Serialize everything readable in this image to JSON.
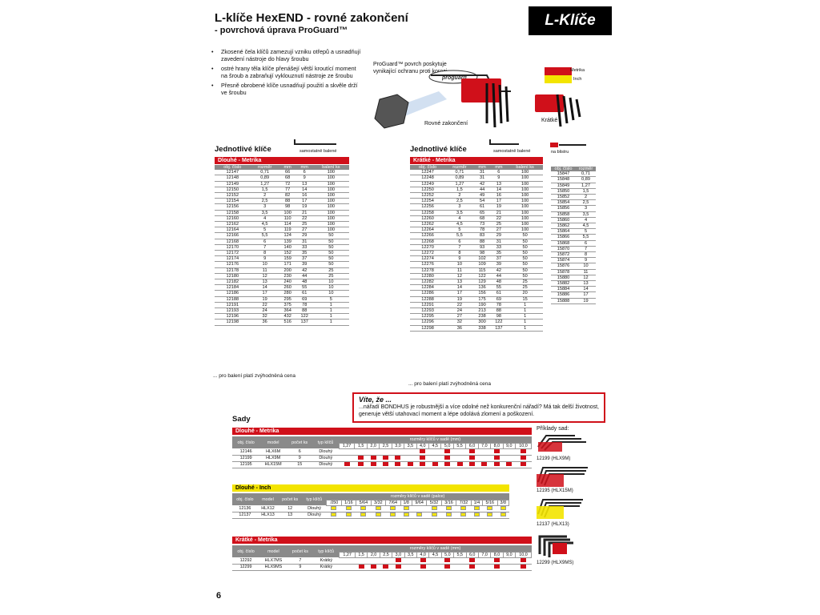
{
  "header": {
    "title": "L-klíče HexEND - rovné zakončení",
    "subtitle": "- povrchová úprava ProGuard™",
    "corner_tab": "L-Klíče"
  },
  "bullets": [
    "Zkosené čela klíčů zamezují vzniku otřepů a usnadňují zavedení nástroje do hlavy šroubu",
    "ostré hrany těla klíče přenášejí větší kroutící moment na šroub a zabraňují vyklouznutí nástroje ze šroubu",
    "Přesně obrobené klíče usnadňují použití a skvěle drží ve šroubu"
  ],
  "callouts": {
    "proguard": "ProGuard™ povrch poskytuje vynikající ochranu proti korozi",
    "straight_end": "Rovné zakončení",
    "short": "Krátké",
    "metrika": "Metrika",
    "inch": "Inch"
  },
  "single_long": {
    "title": "Jednotlivé klíče",
    "packing": "samostatně balené",
    "bar": "Dlouhé - Metrika",
    "headers": [
      "obj. číslo",
      "rozměr",
      "mm",
      "mm",
      "balení ks"
    ],
    "rows": [
      [
        "12147",
        "0,71",
        "66",
        "6",
        "100"
      ],
      [
        "12148",
        "0,89",
        "68",
        "9",
        "100"
      ],
      [
        "12149",
        "1,27",
        "72",
        "13",
        "100"
      ],
      [
        "12150",
        "1,5",
        "77",
        "14",
        "100"
      ],
      [
        "12152",
        "2",
        "82",
        "16",
        "100"
      ],
      [
        "12154",
        "2,5",
        "88",
        "17",
        "100"
      ],
      [
        "12156",
        "3",
        "98",
        "19",
        "100"
      ],
      [
        "12158",
        "3,5",
        "100",
        "21",
        "100"
      ],
      [
        "12160",
        "4",
        "110",
        "22",
        "100"
      ],
      [
        "12162",
        "4,5",
        "114",
        "25",
        "100"
      ],
      [
        "12164",
        "5",
        "119",
        "27",
        "100"
      ],
      [
        "12166",
        "5,5",
        "124",
        "29",
        "50"
      ],
      [
        "12168",
        "6",
        "139",
        "31",
        "50"
      ],
      [
        "12170",
        "7",
        "140",
        "33",
        "50"
      ],
      [
        "12172",
        "8",
        "152",
        "35",
        "50"
      ],
      [
        "12174",
        "9",
        "159",
        "37",
        "50"
      ],
      [
        "12176",
        "10",
        "171",
        "39",
        "50"
      ],
      [
        "12178",
        "11",
        "200",
        "42",
        "25"
      ],
      [
        "12180",
        "12",
        "230",
        "44",
        "25"
      ],
      [
        "12182",
        "13",
        "240",
        "48",
        "10"
      ],
      [
        "12184",
        "14",
        "260",
        "55",
        "10"
      ],
      [
        "12186",
        "17",
        "280",
        "61",
        "10"
      ],
      [
        "12188",
        "19",
        "295",
        "69",
        "5"
      ],
      [
        "12191",
        "22",
        "375",
        "78",
        "1"
      ],
      [
        "12193",
        "24",
        "364",
        "88",
        "1"
      ],
      [
        "12196",
        "32",
        "432",
        "122",
        "1"
      ],
      [
        "12198",
        "36",
        "516",
        "137",
        "1"
      ]
    ],
    "note": "... pro balení platí zvýhodněná cena"
  },
  "single_short": {
    "title": "Jednotlivé klíče",
    "packing": "samostatně balené",
    "bar": "Krátké - Metrika",
    "headers": [
      "obj. číslo",
      "rozměr",
      "mm",
      "mm",
      "balení ks"
    ],
    "rows": [
      [
        "12247",
        "0,71",
        "31",
        "6",
        "100"
      ],
      [
        "12248",
        "0,89",
        "31",
        "9",
        "100"
      ],
      [
        "12249",
        "1,27",
        "42",
        "13",
        "100"
      ],
      [
        "12250",
        "1,5",
        "44",
        "14",
        "100"
      ],
      [
        "12252",
        "2",
        "49",
        "16",
        "100"
      ],
      [
        "12254",
        "2,5",
        "54",
        "17",
        "100"
      ],
      [
        "12256",
        "3",
        "61",
        "19",
        "100"
      ],
      [
        "12258",
        "3,5",
        "65",
        "21",
        "100"
      ],
      [
        "12260",
        "4",
        "68",
        "22",
        "100"
      ],
      [
        "12262",
        "4,5",
        "73",
        "25",
        "100"
      ],
      [
        "12264",
        "5",
        "78",
        "27",
        "100"
      ],
      [
        "12266",
        "5,5",
        "83",
        "29",
        "50"
      ],
      [
        "12268",
        "6",
        "88",
        "31",
        "50"
      ],
      [
        "12270",
        "7",
        "93",
        "33",
        "50"
      ],
      [
        "12272",
        "8",
        "98",
        "35",
        "50"
      ],
      [
        "12274",
        "9",
        "102",
        "37",
        "50"
      ],
      [
        "12276",
        "10",
        "109",
        "39",
        "50"
      ],
      [
        "12278",
        "11",
        "115",
        "42",
        "50"
      ],
      [
        "12280",
        "12",
        "122",
        "44",
        "50"
      ],
      [
        "12282",
        "13",
        "129",
        "48",
        "25"
      ],
      [
        "12284",
        "14",
        "136",
        "55",
        "25"
      ],
      [
        "12286",
        "17",
        "156",
        "61",
        "20"
      ],
      [
        "12288",
        "19",
        "175",
        "69",
        "15"
      ],
      [
        "12291",
        "22",
        "190",
        "78",
        "1"
      ],
      [
        "12293",
        "24",
        "213",
        "88",
        "1"
      ],
      [
        "12295",
        "27",
        "238",
        "98",
        "1"
      ],
      [
        "12296",
        "32",
        "300",
        "122",
        "1"
      ],
      [
        "12298",
        "36",
        "338",
        "137",
        "1"
      ]
    ],
    "note": "... pro balení platí zvýhodněná cena"
  },
  "blister": {
    "label": "na blistru",
    "headers": [
      "obj. číslo",
      "rozměr"
    ],
    "rows": [
      [
        "15847",
        "0,71"
      ],
      [
        "15848",
        "0,89"
      ],
      [
        "15849",
        "1,27"
      ],
      [
        "15850",
        "1,5"
      ],
      [
        "15852",
        "2"
      ],
      [
        "15854",
        "2,5"
      ],
      [
        "15856",
        "3"
      ],
      [
        "15858",
        "3,5"
      ],
      [
        "15860",
        "4"
      ],
      [
        "15862",
        "4,5"
      ],
      [
        "15864",
        "5"
      ],
      [
        "15866",
        "5,5"
      ],
      [
        "15868",
        "6"
      ],
      [
        "15870",
        "7"
      ],
      [
        "15872",
        "8"
      ],
      [
        "15874",
        "9"
      ],
      [
        "15876",
        "10"
      ],
      [
        "15878",
        "11"
      ],
      [
        "15880",
        "12"
      ],
      [
        "15882",
        "13"
      ],
      [
        "15884",
        "14"
      ],
      [
        "15886",
        "17"
      ],
      [
        "15888",
        "19"
      ]
    ]
  },
  "did_you_know": {
    "title": "Víte, že ...",
    "body": "...nářadí BONDHUS je robustnější a více odolné než konkurenční nářadí? Má tak delší životnost, generuje větší utahovací moment a lépe odolává zlomení a poškození."
  },
  "sets": {
    "title": "Sady",
    "col_headers": [
      "obj. číslo",
      "model",
      "počet ks",
      "typ klíčů"
    ],
    "long_metric": {
      "bar": "Dlouhé - Metrika",
      "sizes_label": "rozměry klíčů v sadě (mm)",
      "sizes": [
        "1,27",
        "1,5",
        "2,0",
        "2,5",
        "3,0",
        "3,5",
        "4,0",
        "4,5",
        "5,0",
        "5,5",
        "6,0",
        "7,0",
        "8,0",
        "9,0",
        "10,0"
      ],
      "rows": [
        {
          "code": "12146",
          "model": "HLX6M",
          "count": "6",
          "type": "Dlouhý",
          "marks": [
            0,
            0,
            0,
            0,
            0,
            0,
            1,
            0,
            1,
            0,
            1,
            0,
            1,
            0,
            1
          ]
        },
        {
          "code": "12199",
          "model": "HLX9M",
          "count": "9",
          "type": "Dlouhý",
          "marks": [
            0,
            1,
            1,
            1,
            1,
            0,
            1,
            0,
            1,
            0,
            1,
            0,
            1,
            0,
            1
          ]
        },
        {
          "code": "12195",
          "model": "HLX15M",
          "count": "15",
          "type": "Dlouhý",
          "marks": [
            1,
            1,
            1,
            1,
            1,
            1,
            1,
            1,
            1,
            1,
            1,
            1,
            1,
            1,
            1
          ]
        }
      ]
    },
    "long_inch": {
      "bar": "Dlouhé - Inch",
      "sizes_label": "rozměry klíčů v sadě (palce)",
      "sizes": [
        ".050",
        "1/16",
        "5/64",
        "3/32",
        "7/64",
        "1/8",
        "9/64",
        "5/32",
        "3/16",
        "7/32",
        "1/4",
        "5/16",
        "3/8"
      ],
      "rows": [
        {
          "code": "12136",
          "model": "HLX12",
          "count": "12",
          "type": "Dlouhý",
          "marks": [
            1,
            1,
            1,
            1,
            1,
            1,
            0,
            1,
            1,
            1,
            1,
            1,
            1
          ]
        },
        {
          "code": "12137",
          "model": "HLX13",
          "count": "13",
          "type": "Dlouhý",
          "marks": [
            1,
            1,
            1,
            1,
            1,
            1,
            1,
            1,
            1,
            1,
            1,
            1,
            1
          ]
        }
      ]
    },
    "short_metric": {
      "bar": "Krátké - Metrika",
      "sizes_label": "rozměry klíčů v sadě (mm)",
      "sizes": [
        "1,27",
        "1,5",
        "2,0",
        "2,5",
        "3,0",
        "3,5",
        "4,0",
        "4,5",
        "5,0",
        "5,5",
        "6,0",
        "7,0",
        "8,0",
        "9,0",
        "10,0"
      ],
      "rows": [
        {
          "code": "12292",
          "model": "HLX7MS",
          "count": "7",
          "type": "Krátký",
          "marks": [
            0,
            0,
            0,
            0,
            1,
            0,
            1,
            0,
            1,
            0,
            1,
            0,
            1,
            0,
            1
          ]
        },
        {
          "code": "12299",
          "model": "HLX9MS",
          "count": "9",
          "type": "Krátký",
          "marks": [
            0,
            1,
            1,
            1,
            1,
            0,
            1,
            0,
            1,
            0,
            1,
            0,
            1,
            0,
            1
          ]
        }
      ]
    },
    "examples_label": "Příklady sad:",
    "examples": [
      "12199 (HLX9M)",
      "12195 (HLX15M)",
      "12137 (HLX13)",
      "12299 (HLX9MS)"
    ]
  },
  "page_number": "6",
  "colors": {
    "accent": "#d0101a",
    "yellow": "#f3e400",
    "header_gray": "#8a8a8a"
  }
}
